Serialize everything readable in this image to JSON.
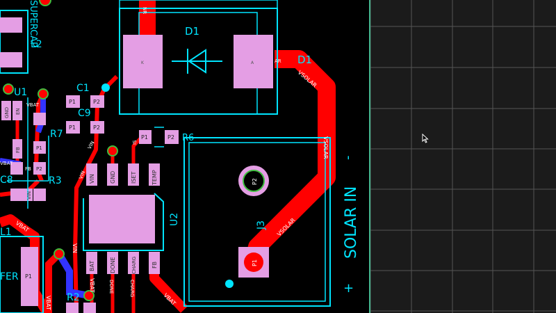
{
  "colors": {
    "trace_top": "#ff0000",
    "trace_bottom": "#3333ff",
    "silkscreen": "#00e5ff",
    "pad": "#e49ee4",
    "board_edge": "#43b58e",
    "grid_line": "#555555",
    "grid_bg": "#1b1b1b",
    "background": "#000000",
    "via_ring": "#3fbf3f"
  },
  "silkscreen": {
    "d1_top": "D1",
    "d1_side": "D1",
    "l2": "L2",
    "u1": "U1",
    "c1": "C1",
    "c9": "C9",
    "r7": "R7",
    "r3": "R3",
    "r6": "R6",
    "u2": "U2",
    "j3": "J3",
    "r2": "R2",
    "l1": "L1",
    "c8": "C8",
    "solar_in": "SOLAR IN",
    "minus": "-",
    "plus": "+",
    "sp_partial": "SUPERCAP",
    "fer_partial": "FER"
  },
  "pads": {
    "d1_k": "K",
    "d1_a": "A",
    "j3_p1": "P1",
    "j3_p2": "P2",
    "c1_p1": "P1",
    "c1_p2": "P2",
    "r7_p1": "P1",
    "r7_p2": "P2",
    "r6_p1": "P1",
    "r6_p2": "P2",
    "u2_vin": "VIN",
    "u2_gnd": "GND",
    "u2_iset": "ISET",
    "u2_temp": "TEMP",
    "u2_vin2": "VIN",
    "u2_bat": "BAT",
    "u2_done": "DONE",
    "u2_charg": "CHARG",
    "u2_fb": "FB",
    "u1_gnd": "GND",
    "u1_en": "EN",
    "u1_fb": "FB",
    "u1_vin": "VIN",
    "small_p1": "P1",
    "small_p2": "P2",
    "l1_p1": "P1"
  },
  "nets": {
    "vsolar": "VSOLAR",
    "vbat": "VBAT",
    "vin": "VIN",
    "nr": "NR",
    "ar": "AR",
    "is": "IS",
    "done": "DONE",
    "charg": "CHARG",
    "fb": "FB",
    "gnd": "GND",
    "iset": "ISET"
  }
}
